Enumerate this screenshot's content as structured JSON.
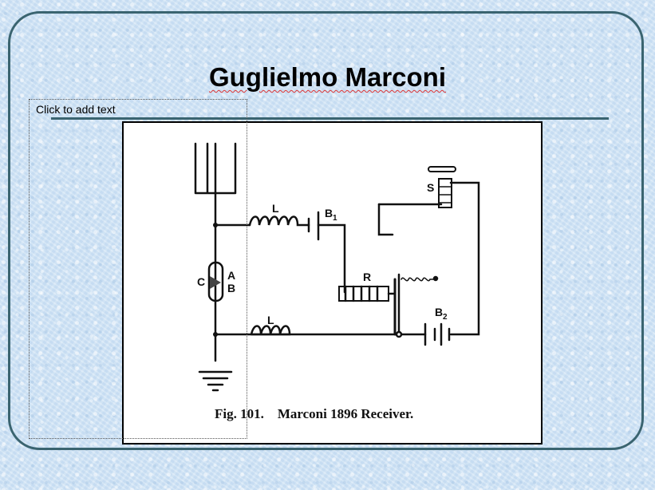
{
  "slide": {
    "title": "Guglielmo Marconi",
    "placeholder": "Click to add text"
  },
  "figure": {
    "caption": "Fig. 101.    Marconi 1896 Receiver.",
    "labels": {
      "inductor_top": "L",
      "battery_1": "B",
      "battery_1_sub": "1",
      "coherer_c": "C",
      "coherer_a": "A",
      "coherer_b": "B",
      "relay": "R",
      "sounder": "S",
      "inductor_bottom": "L",
      "battery_2": "B",
      "battery_2_sub": "2"
    }
  },
  "colors": {
    "frame": "#3a6470",
    "background": "#cfe3f5"
  }
}
